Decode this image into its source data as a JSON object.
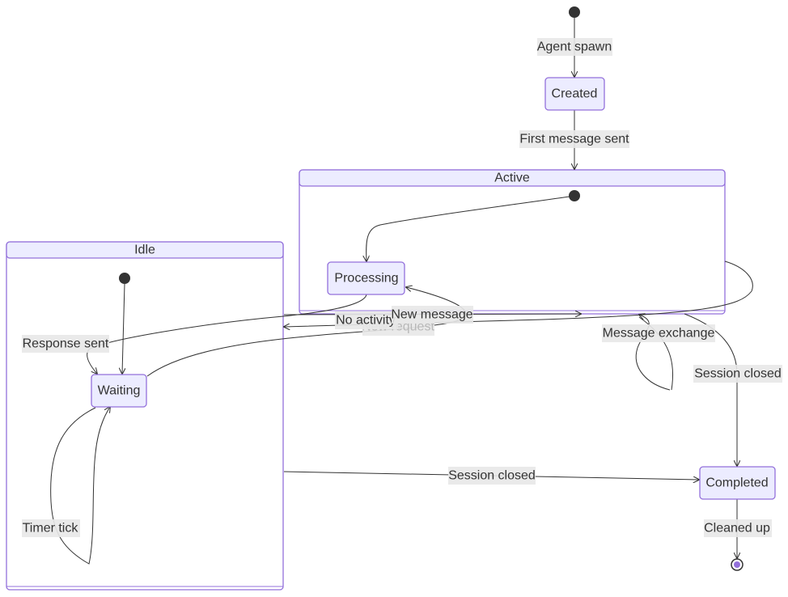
{
  "states": {
    "created": "Created",
    "processing": "Processing",
    "waiting": "Waiting",
    "completed": "Completed"
  },
  "composites": {
    "active": "Active",
    "idle": "Idle"
  },
  "transitions": {
    "agent_spawn": "Agent spawn",
    "first_message_sent": "First message sent",
    "response_sent": "Response sent",
    "new_request": "New request",
    "no_activity": "No activity",
    "new_message": "New message",
    "message_exchange": "Message exchange",
    "session_closed_active": "Session closed",
    "session_closed_idle": "Session closed",
    "timer_tick": "Timer tick",
    "cleaned_up": "Cleaned up"
  },
  "colors": {
    "node_fill": "#ECECFF",
    "node_stroke": "#9370DB",
    "edge": "#333333",
    "label_bg": "#e8e8e8"
  }
}
